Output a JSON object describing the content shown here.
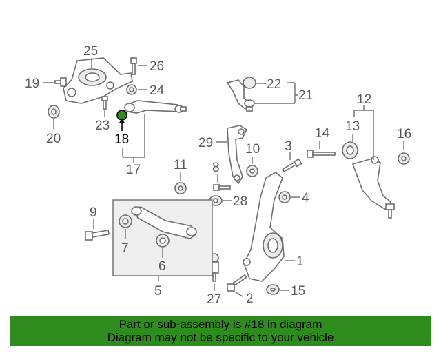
{
  "callouts": {
    "c1": "1",
    "c2": "2",
    "c3": "3",
    "c4": "4",
    "c5": "5",
    "c6": "6",
    "c7": "7",
    "c8": "8",
    "c9": "9",
    "c10": "10",
    "c11": "11",
    "c12": "12",
    "c13": "13",
    "c14": "14",
    "c15": "15",
    "c16": "16",
    "c17": "17",
    "c18": "18",
    "c19": "19",
    "c20": "20",
    "c21": "21",
    "c22": "22",
    "c23": "23",
    "c24": "24",
    "c25": "25",
    "c26": "26",
    "c27": "27",
    "c28": "28",
    "c29": "29"
  },
  "highlighted_part": "18",
  "highlight_color": "#2e8b1e",
  "banner": {
    "line1": "Part or sub-assembly is #18 in diagram",
    "line2": "Diagram may not be specific to your vehicle",
    "background": "#2e8b1e"
  }
}
